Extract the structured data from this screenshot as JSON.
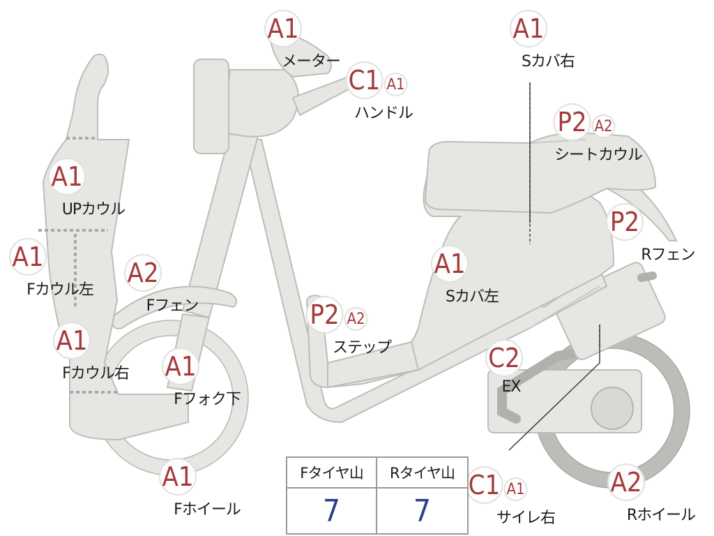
{
  "parts": [
    {
      "id": "meter",
      "grade": "A1",
      "sub": "",
      "name": "メーター"
    },
    {
      "id": "handle",
      "grade": "C1",
      "sub": "A1",
      "name": "ハンドル"
    },
    {
      "id": "s-cover-right",
      "grade": "A1",
      "sub": "",
      "name": "Sカバ右"
    },
    {
      "id": "seat-cowl",
      "grade": "P2",
      "sub": "A2",
      "name": "シートカウル"
    },
    {
      "id": "up-cowl",
      "grade": "A1",
      "sub": "",
      "name": "UPカウル"
    },
    {
      "id": "r-fender",
      "grade": "P2",
      "sub": "",
      "name": "Rフェン"
    },
    {
      "id": "f-cowl-left",
      "grade": "A1",
      "sub": "",
      "name": "Fカウル左"
    },
    {
      "id": "f-fender",
      "grade": "A2",
      "sub": "",
      "name": "Fフェン"
    },
    {
      "id": "s-cover-left",
      "grade": "A1",
      "sub": "",
      "name": "Sカバ左"
    },
    {
      "id": "step",
      "grade": "P2",
      "sub": "A2",
      "name": "ステップ"
    },
    {
      "id": "f-cowl-right",
      "grade": "A1",
      "sub": "",
      "name": "Fカウル右"
    },
    {
      "id": "f-fork-lower",
      "grade": "A1",
      "sub": "",
      "name": "Fフォク下"
    },
    {
      "id": "exhaust",
      "grade": "C2",
      "sub": "",
      "name": "EX"
    },
    {
      "id": "f-wheel",
      "grade": "A1",
      "sub": "",
      "name": "Fホイール"
    },
    {
      "id": "silencer-right",
      "grade": "C1",
      "sub": "A1",
      "name": "サイレ右"
    },
    {
      "id": "r-wheel",
      "grade": "A2",
      "sub": "",
      "name": "Rホイール"
    }
  ],
  "tire_table": {
    "front_header": "Fタイヤ山",
    "rear_header": "Rタイヤ山",
    "front_value": "7",
    "rear_value": "7"
  },
  "colors": {
    "grade_text": "#a43a3a",
    "tire_value": "#2a3f8f",
    "part_fill": "#e6e6e3"
  }
}
